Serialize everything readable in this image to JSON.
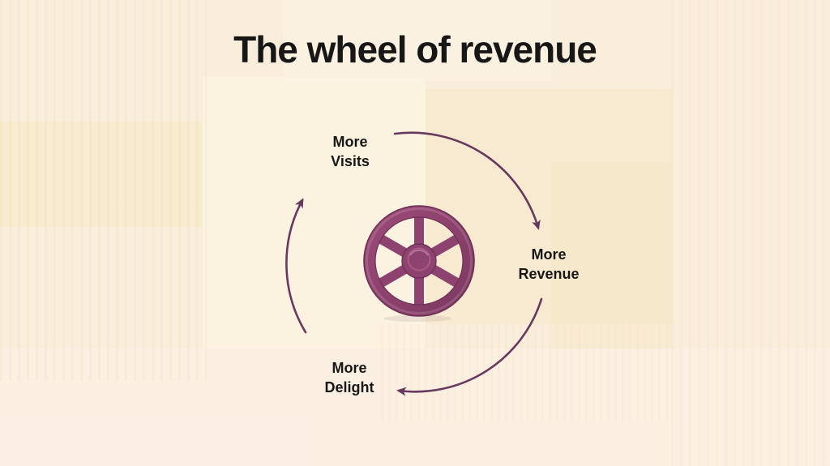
{
  "slide": {
    "title": "The wheel of revenue"
  },
  "cycle": {
    "direction": "clockwise",
    "nodes": [
      {
        "id": "visits",
        "line1": "More",
        "line2": "Visits"
      },
      {
        "id": "revenue",
        "line1": "More",
        "line2": "Revenue"
      },
      {
        "id": "delight",
        "line1": "More",
        "line2": "Delight"
      }
    ],
    "flows": [
      {
        "from": "More Visits",
        "to": "More Revenue"
      },
      {
        "from": "More Revenue",
        "to": "More Delight"
      },
      {
        "from": "More Delight",
        "to": "More Visits"
      }
    ],
    "center_icon": "wheel-icon"
  },
  "colors": {
    "background": "#f9eedb",
    "title_text": "#171717",
    "label_text": "#171717",
    "wheel_primary": "#8d4270",
    "wheel_edge": "#6f3156",
    "wheel_highlight": "#a75b82",
    "arrow": "#68395f"
  }
}
